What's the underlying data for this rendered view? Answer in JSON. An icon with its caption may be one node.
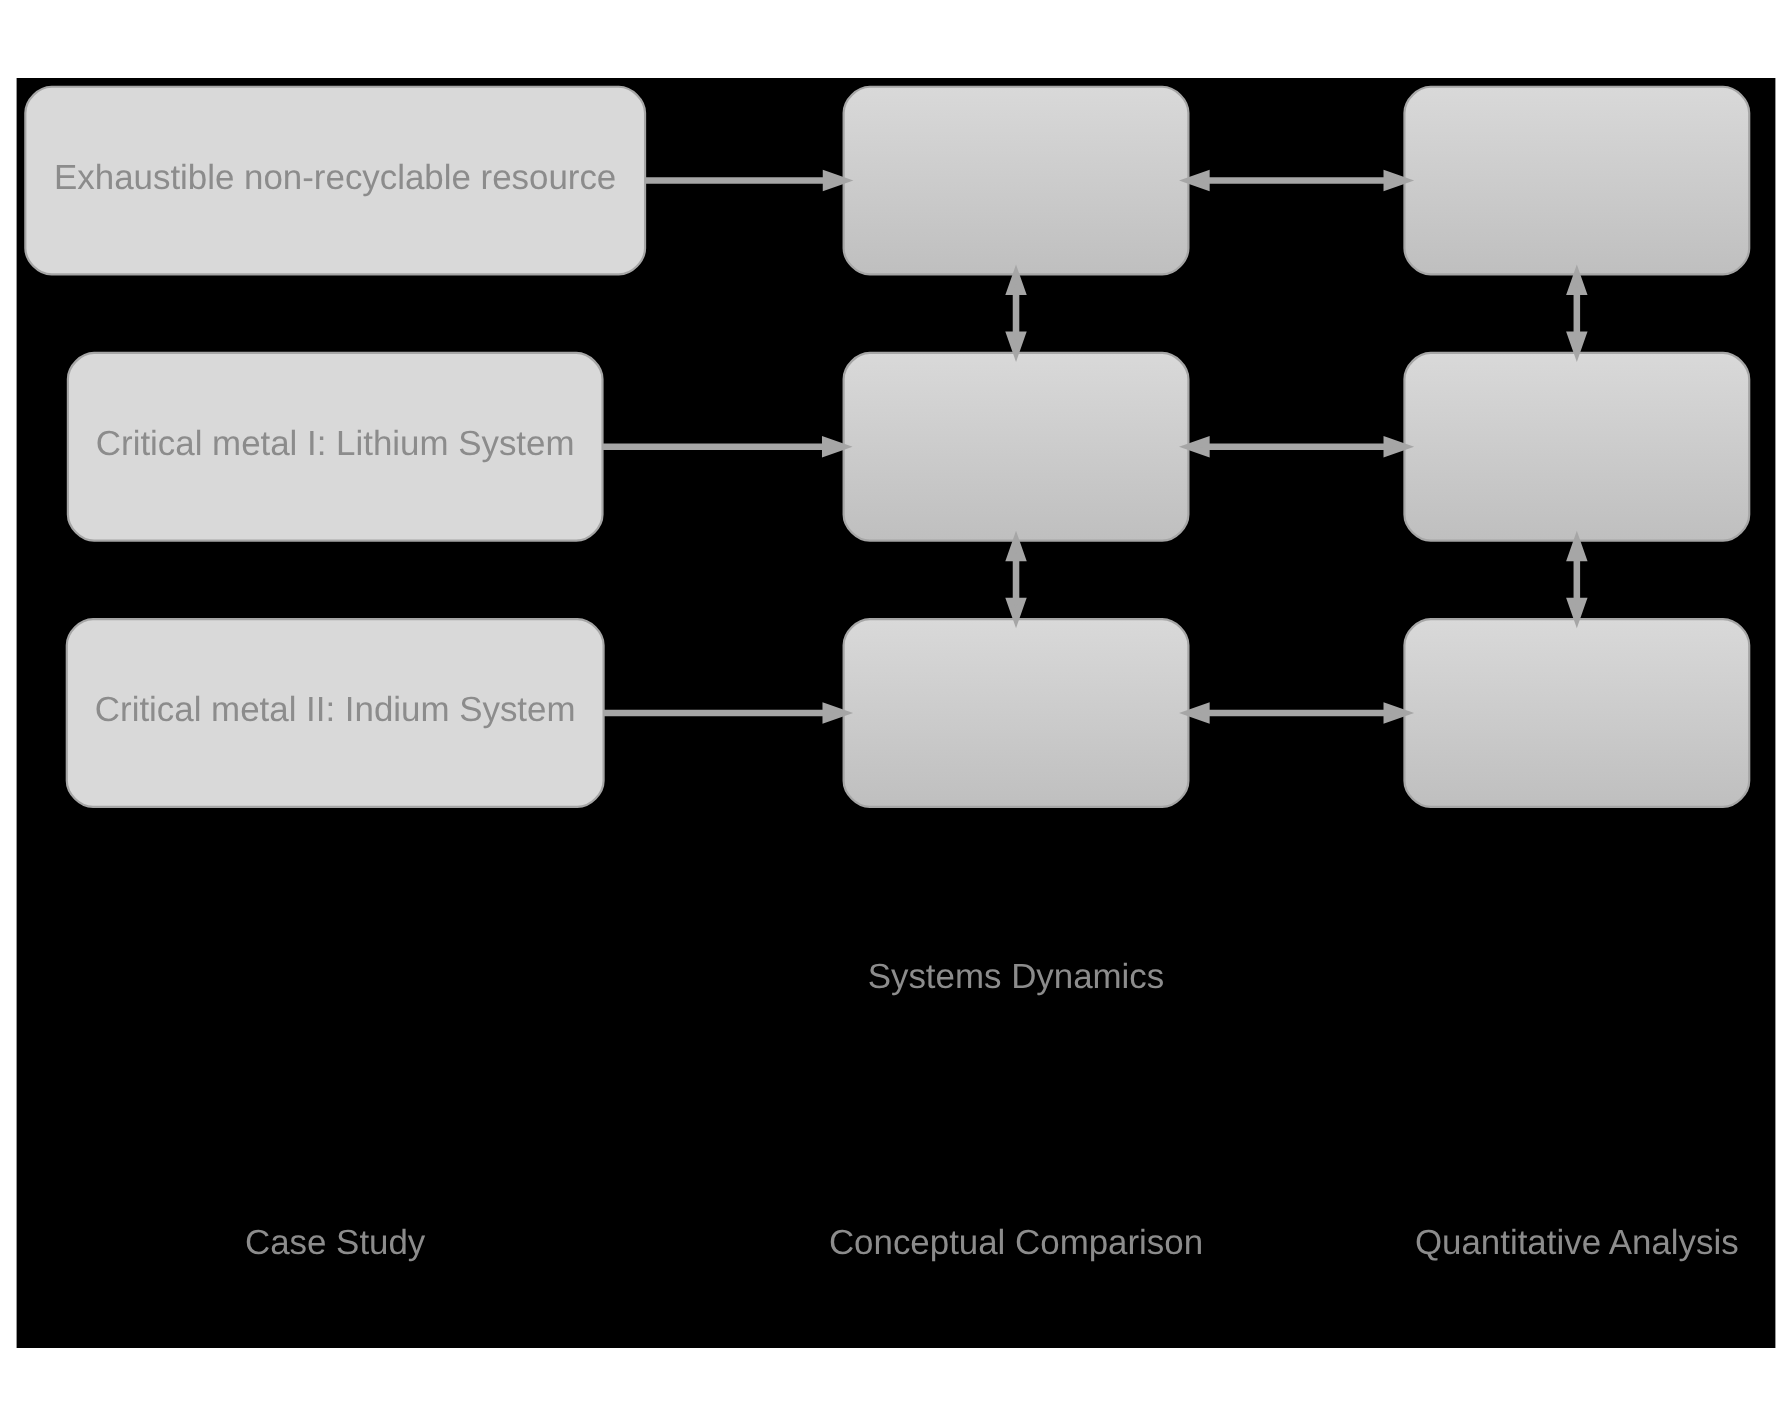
{
  "diagram": {
    "nodes": [
      {
        "text": [
          "Exhaustible non-recyclable resource"
        ]
      },
      {
        "text": [],
        "shape": "picture"
      },
      {
        "text": [],
        "shape": "picture"
      },
      {
        "text": [
          "Critical metal I: Lithium System"
        ]
      },
      {
        "text": [],
        "shape": "picture"
      },
      {
        "text": [],
        "shape": "picture"
      },
      {
        "text": [
          "Critical metal II: Indium System"
        ]
      },
      {
        "text": [],
        "shape": "picture"
      },
      {
        "text": [],
        "shape": "picture"
      }
    ],
    "edges": [
      {
        "from": 0,
        "to": 1,
        "arrow": "to"
      },
      {
        "from": 1,
        "to": 2,
        "arrow": "both"
      },
      {
        "from": 1,
        "to": 4,
        "arrow": "both"
      },
      {
        "from": 2,
        "to": 5,
        "arrow": "both"
      },
      {
        "from": 3,
        "to": 4,
        "arrow": "to"
      },
      {
        "from": 4,
        "to": 5,
        "arrow": "both"
      },
      {
        "from": 4,
        "to": 7,
        "arrow": "both"
      },
      {
        "from": 5,
        "to": 8,
        "arrow": "both"
      },
      {
        "from": 6,
        "to": 7,
        "arrow": "to"
      },
      {
        "from": 7,
        "to": 8,
        "arrow": "both"
      }
    ],
    "labels": [
      "Systems Dynamics",
      "Case Study",
      "Conceptual Comparison",
      "Quantitative Analysis"
    ]
  }
}
